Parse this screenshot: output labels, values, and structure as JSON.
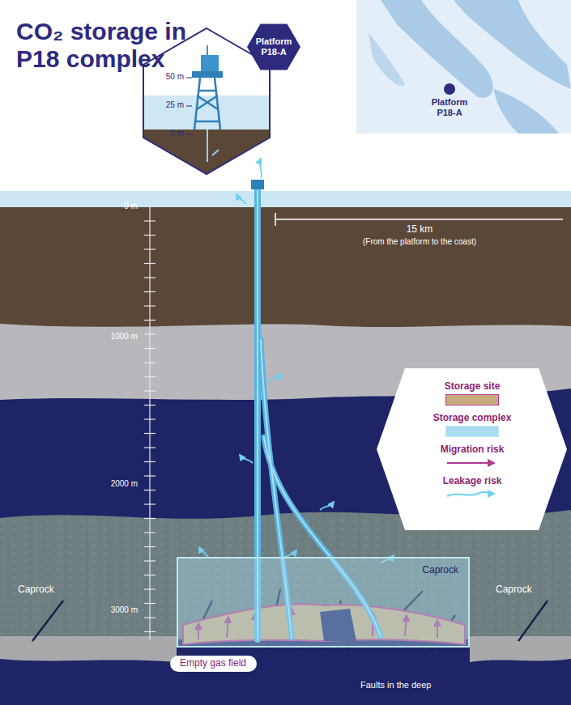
{
  "diagram": {
    "title": "CO₂ storage in P18 complex",
    "nodes": [
      {
        "text": [
          "Platform P18-A"
        ]
      },
      {
        "text": [
          "Caprock"
        ]
      },
      {
        "text": [
          "Empty gas field"
        ]
      }
    ],
    "edges": [],
    "labels": [
      "50 m",
      "25 m",
      "0 m",
      "Platform P18-A",
      "0 m",
      "1000 m",
      "2000 m",
      "3000 m",
      "15 km",
      "(From the platform to the coast)",
      "Caprock",
      "Caprock",
      "Faults in the deep"
    ],
    "legend": [
      {
        "text": "Storage site",
        "color": "#c8aa7e"
      },
      {
        "text": "Storage complex",
        "color": "#a9dcef"
      },
      {
        "text": "Migration risk"
      },
      {
        "text": "Leakage risk"
      }
    ]
  }
}
